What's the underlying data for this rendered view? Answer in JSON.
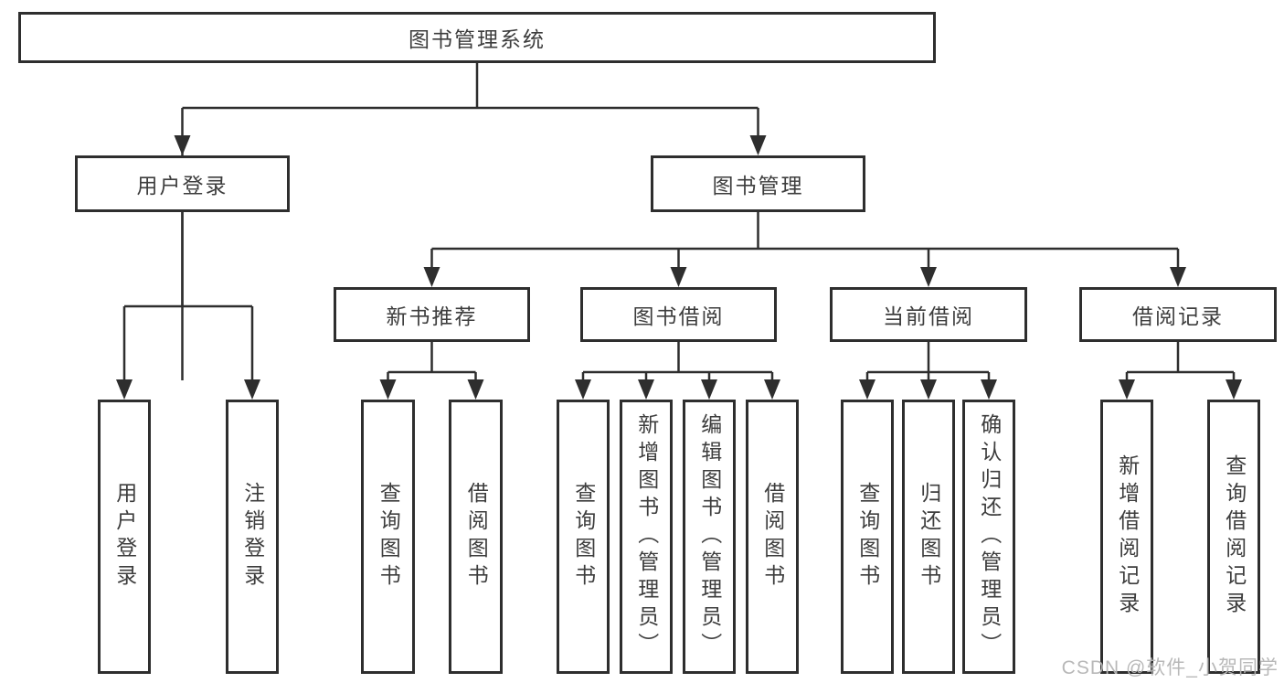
{
  "tree": {
    "root": {
      "label": "图书管理系统"
    },
    "branches": [
      {
        "label": "用户登录",
        "children": [
          {
            "label": "用户登录"
          },
          {
            "label": "注销登录"
          }
        ]
      },
      {
        "label": "图书管理",
        "children": [
          {
            "label": "新书推荐",
            "children": [
              {
                "label": "查询图书"
              },
              {
                "label": "借阅图书"
              }
            ]
          },
          {
            "label": "图书借阅",
            "children": [
              {
                "label": "查询图书"
              },
              {
                "label": "新增图书（管理员）"
              },
              {
                "label": "编辑图书（管理员）"
              },
              {
                "label": "借阅图书"
              }
            ]
          },
          {
            "label": "当前借阅",
            "children": [
              {
                "label": "查询图书"
              },
              {
                "label": "归还图书"
              },
              {
                "label": "确认归还（管理员）"
              }
            ]
          },
          {
            "label": "借阅记录",
            "children": [
              {
                "label": "新增借阅记录"
              },
              {
                "label": "查询借阅记录"
              }
            ]
          }
        ]
      }
    ]
  },
  "watermark": {
    "text": "CSDN @软件_小贺同学"
  },
  "colors": {
    "line": "#2e2e2e",
    "text": "#3d3d3d",
    "watermark": "#b5b5b5",
    "background": "#ffffff"
  }
}
